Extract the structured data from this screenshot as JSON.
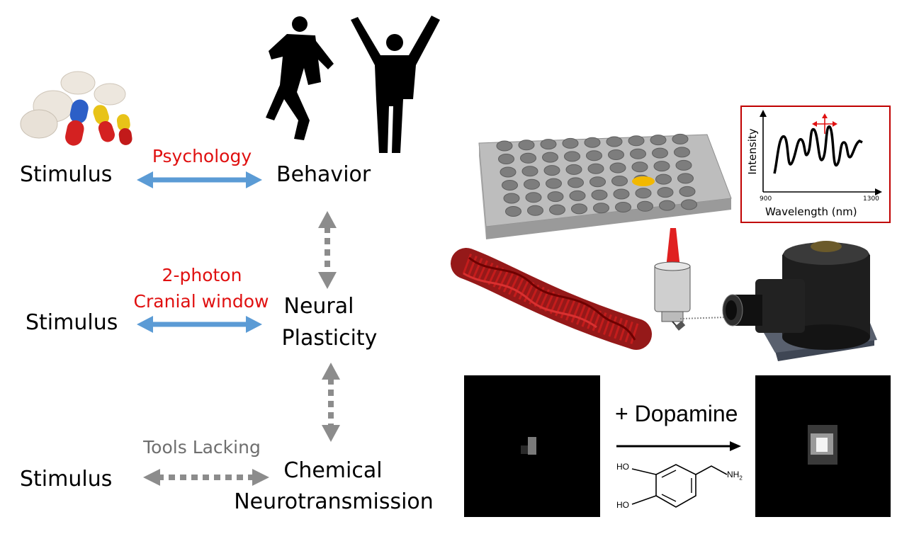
{
  "rows": [
    {
      "stimulus": "Stimulus",
      "method_lines": [
        "Psychology"
      ],
      "target_lines": [
        "Behavior"
      ],
      "link": "solid"
    },
    {
      "stimulus": "Stimulus",
      "method_lines": [
        "2-photon",
        "Cranial window"
      ],
      "target_lines": [
        "Neural",
        "Plasticity"
      ],
      "link": "solid"
    },
    {
      "stimulus": "Stimulus",
      "method_lines": [
        "Tools Lacking"
      ],
      "target_lines": [
        "Chemical",
        "Neurotransmission"
      ],
      "link": "dashed"
    }
  ],
  "spectrum_inset": {
    "ylabel": "Intensity",
    "xlabel": "Wavelength (nm)",
    "x_tick_min": "900",
    "x_tick_max": "1300"
  },
  "dopamine_panel": {
    "label": "+ Dopamine",
    "ho_top": "HO",
    "ho_bottom": "HO",
    "amine": "NH",
    "amine_sub": "2"
  },
  "colors": {
    "method_text": "#e01010",
    "lacking_text": "#6e6e6e",
    "solid_arrow": "#5b9bd5",
    "dashed_arrow": "#8c8c8c",
    "inset_border": "#c00000",
    "plate": "#b4b4b4"
  }
}
